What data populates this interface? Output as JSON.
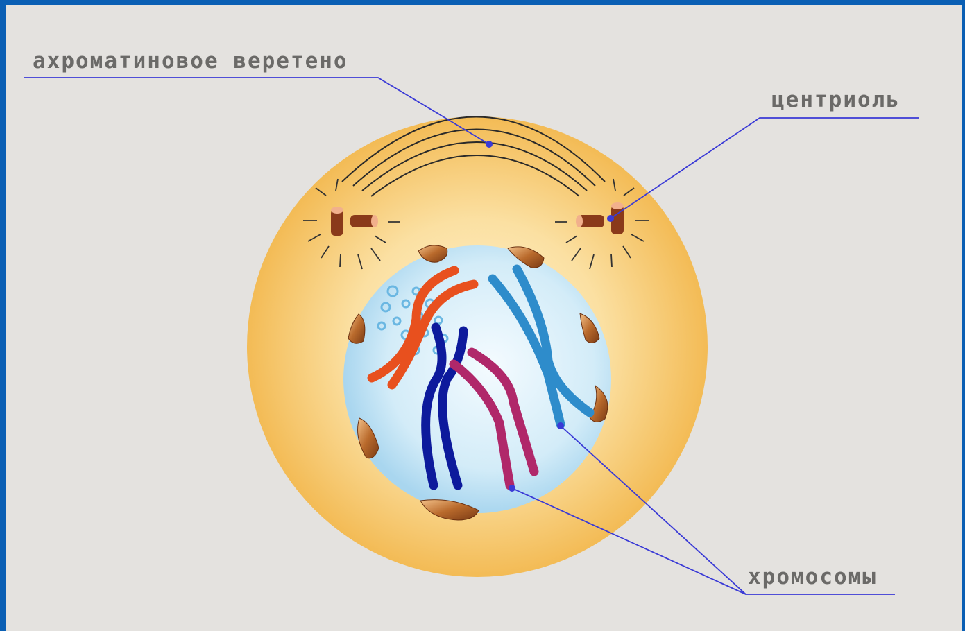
{
  "labels": {
    "spindle": "ахроматиновое веретено",
    "centriole": "центриоль",
    "chromosomes": "хромосомы"
  },
  "colors": {
    "background": "#e4e2df",
    "border": "#0a5fb4",
    "cytoplasm": "#f6c86e",
    "nucleus": "#bfe0f3",
    "pointer": "#3a3ad6",
    "label": "#6b6a68",
    "chromosome_red": "#e8501e",
    "chromosome_navy": "#0d1a9c",
    "chromosome_purple": "#b0286a",
    "chromosome_blue": "#2e8ccb",
    "centriole": "#8a3a1a",
    "envelope_fragment": "#b06a2a"
  }
}
